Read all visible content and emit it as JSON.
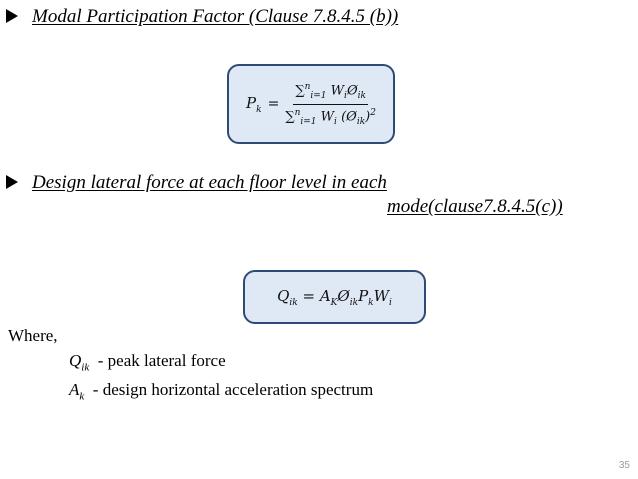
{
  "bullets": [
    {
      "text": "Modal Participation Factor (Clause 7.8.4.5 (b))"
    },
    {
      "text": "Design lateral force at each floor level in each ",
      "continuation": "mode(clause7.8.4.5(c))"
    }
  ],
  "equation1": {
    "lhs": "P",
    "lhs_sub": "k",
    "equals": "=",
    "numerator": "∑",
    "num_sup": "n",
    "num_sub": "i=1",
    "num_term": " W",
    "num_term_sub": "i",
    "num_phi": "Ø",
    "num_phi_sub": "ik",
    "denominator": "∑",
    "den_sup": "n",
    "den_sub": "i=1",
    "den_term": " W",
    "den_term_sub": "i",
    "den_phi": " (Ø",
    "den_phi_sub": "ik",
    "den_close": ")",
    "den_sq": "2"
  },
  "equation2": {
    "q": "Q",
    "q_sub": "ik",
    "equals": " = ",
    "a": "A",
    "a_sub": "K",
    "phi": "Ø",
    "phi_sub": "ik",
    "p": "P",
    "p_sub": "k",
    "w": "W",
    "w_sub": "i"
  },
  "where_label": "Where,",
  "definitions": [
    {
      "symbol": "Q",
      "sub": "ik",
      "text": "  - peak lateral force"
    },
    {
      "symbol": "A",
      "sub": "k",
      "text": "  - design horizontal acceleration spectrum"
    }
  ],
  "page_number": "35"
}
